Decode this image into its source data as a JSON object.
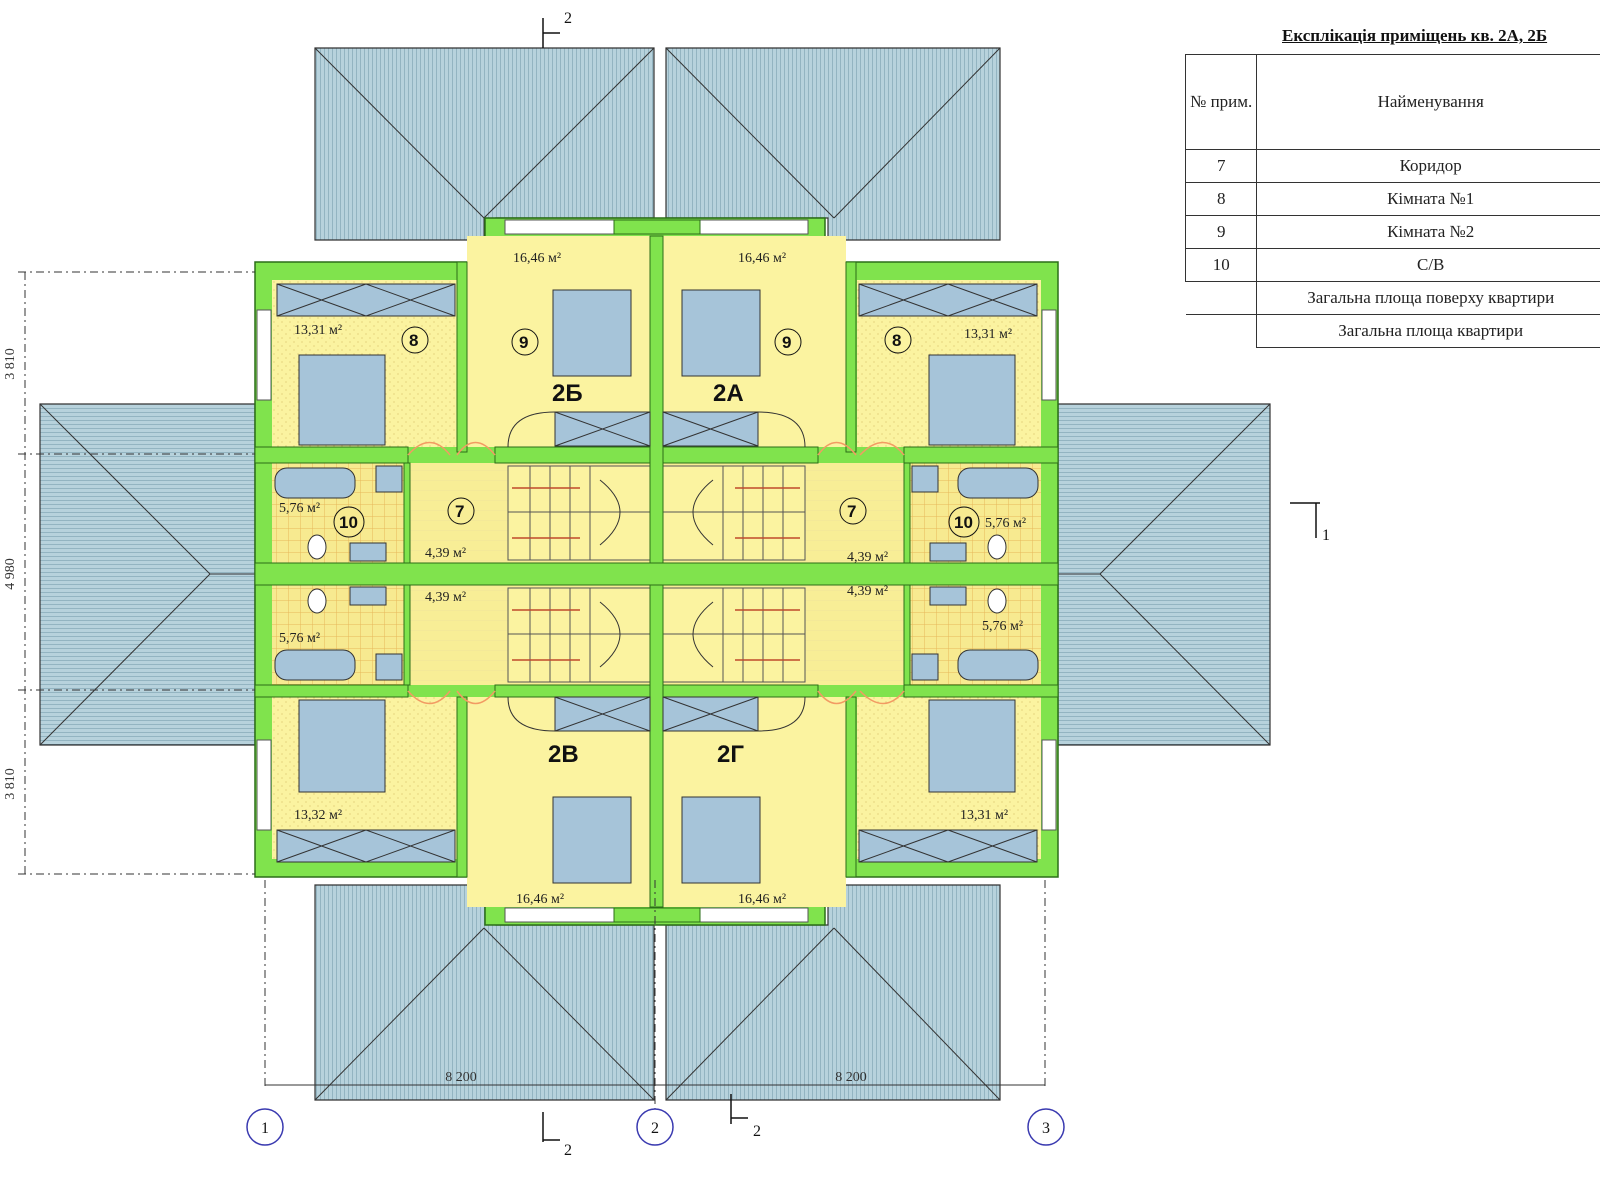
{
  "explication": {
    "title": "Експлікація приміщень кв. 2А, 2Б",
    "headers": {
      "number": "№ прим.",
      "name": "Найменування"
    },
    "rows": [
      {
        "number": "7",
        "name": "Коридор"
      },
      {
        "number": "8",
        "name": "Кімната №1"
      },
      {
        "number": "9",
        "name": "Кімната №2"
      },
      {
        "number": "10",
        "name": "С/В"
      }
    ],
    "totals": [
      "Загальна площа поверху квартири",
      "Загальна площа квартири"
    ]
  },
  "apartments": {
    "a": "2А",
    "b": "2Б",
    "v": "2В",
    "g": "2Г"
  },
  "room_numbers": {
    "corridor": "7",
    "room1": "8",
    "room2": "9",
    "bath": "10"
  },
  "areas": {
    "room2": "16,46 м²",
    "room1": "13,31 м²",
    "room1_v": "13,32 м²",
    "bath": "5,76 м²",
    "corridor": "4,39 м²"
  },
  "dimensions": {
    "span_x": "8 200",
    "side_y": "3 810",
    "mid_y": "4 980"
  },
  "axes": {
    "a1": "1",
    "a2": "2",
    "a3": "3"
  },
  "section_marks": {
    "s2": "2",
    "s1": "1"
  },
  "colors": {
    "wall": "#80e34d",
    "room_fill": "#fbf3a0",
    "corridor_fill": "#f8ee96",
    "roof": "#a9c8d4",
    "furniture": "#a6c4d9",
    "tile": "#f6e88a",
    "door": "#f29b63",
    "stair_line": "#e0a060",
    "axis_circle": "#3a3ab0"
  }
}
